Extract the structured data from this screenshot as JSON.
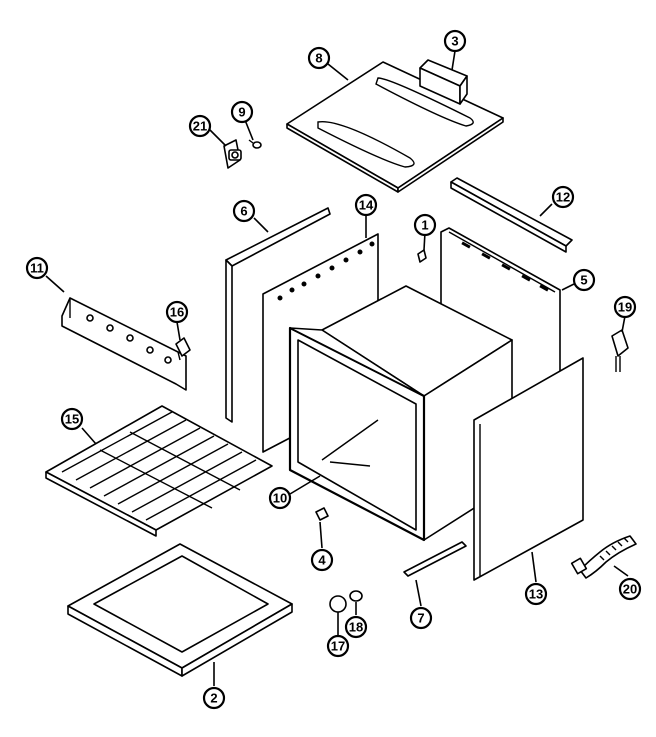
{
  "callouts": [
    {
      "id": "c3",
      "label": "3"
    },
    {
      "id": "c8",
      "label": "8"
    },
    {
      "id": "c9",
      "label": "9"
    },
    {
      "id": "c21",
      "label": "21"
    },
    {
      "id": "c12",
      "label": "12"
    },
    {
      "id": "c6",
      "label": "6"
    },
    {
      "id": "c14",
      "label": "14"
    },
    {
      "id": "c1",
      "label": "1"
    },
    {
      "id": "c5",
      "label": "5"
    },
    {
      "id": "c11",
      "label": "11"
    },
    {
      "id": "c16",
      "label": "16"
    },
    {
      "id": "c19",
      "label": "19"
    },
    {
      "id": "c15",
      "label": "15"
    },
    {
      "id": "c10a",
      "label": "10"
    },
    {
      "id": "c4",
      "label": "4"
    },
    {
      "id": "c13",
      "label": "13"
    },
    {
      "id": "c7",
      "label": "7"
    },
    {
      "id": "c20",
      "label": "20"
    },
    {
      "id": "c18",
      "label": "18"
    },
    {
      "id": "c17",
      "label": "17"
    },
    {
      "id": "c2",
      "label": "2"
    }
  ]
}
